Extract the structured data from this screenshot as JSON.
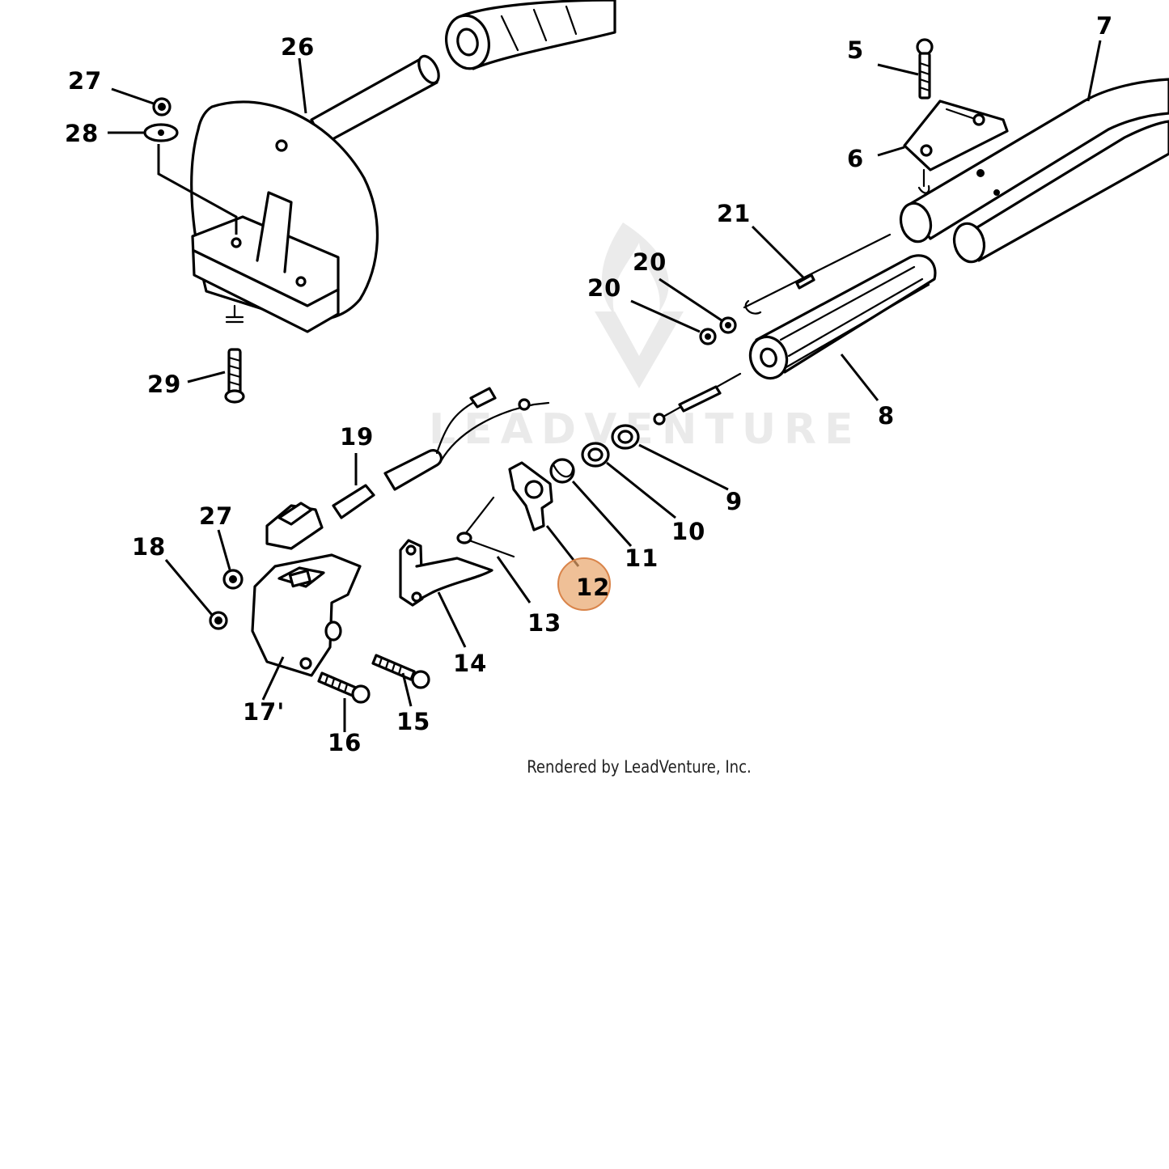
{
  "callouts": {
    "c5": "5",
    "c6": "6",
    "c7": "7",
    "c8": "8",
    "c9": "9",
    "c10": "10",
    "c11": "11",
    "c12": "12",
    "c13": "13",
    "c14": "14",
    "c15": "15",
    "c16": "16",
    "c17": "17'",
    "c18": "18",
    "c19": "19",
    "c20a": "20",
    "c20b": "20",
    "c21": "21",
    "c26": "26",
    "c27a": "27",
    "c27b": "27",
    "c28": "28",
    "c29": "29"
  },
  "highlight": {
    "part": "12",
    "color": "#e8a56b"
  },
  "watermark": {
    "text": "LEADVENTURE",
    "logo_icon": "leadventure-flame-logo"
  },
  "credit": "Rendered by LeadVenture, Inc."
}
